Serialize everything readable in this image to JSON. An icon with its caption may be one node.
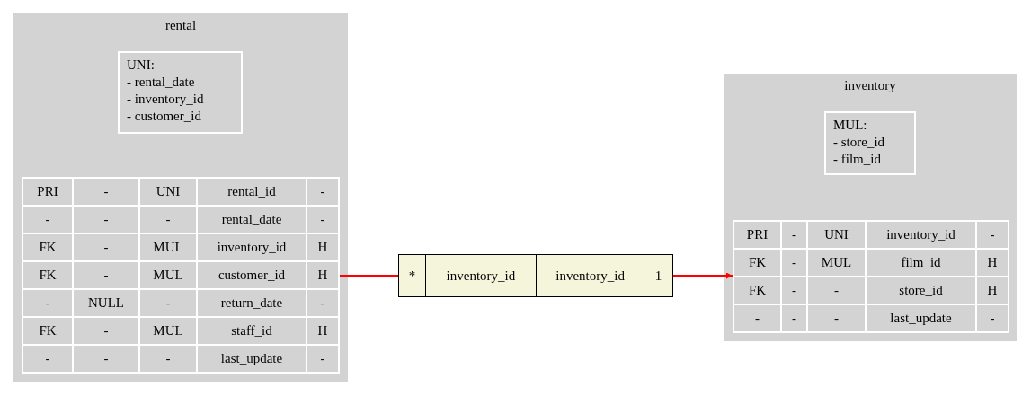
{
  "diagram": {
    "nodes": [
      {
        "text": [
          "rental"
        ]
      },
      {
        "text": [
          "UNI: - rental_date - inventory_id - customer_id"
        ],
        "in": 0
      },
      {
        "text": [
          "PRI",
          "-",
          "UNI",
          "rental_id",
          "-",
          "-",
          "-",
          "-",
          "rental_date",
          "-",
          "FK",
          "-",
          "MUL",
          "inventory_id",
          "H",
          "FK",
          "-",
          "MUL",
          "customer_id",
          "H",
          "-",
          "NULL",
          "-",
          "return_date",
          "-",
          "FK",
          "-",
          "MUL",
          "staff_id",
          "H",
          "-",
          "-",
          "-",
          "last_update",
          "-"
        ],
        "in": 0
      },
      {
        "text": [
          "*",
          "inventory_id",
          "inventory_id",
          "1"
        ]
      },
      {
        "text": [
          "inventory"
        ]
      },
      {
        "text": [
          "MUL: - store_id - film_id"
        ],
        "in": 4
      },
      {
        "text": [
          "PRI",
          "-",
          "UNI",
          "inventory_id",
          "-",
          "FK",
          "-",
          "MUL",
          "film_id",
          "H",
          "FK",
          "-",
          "-",
          "store_id",
          "H",
          "-",
          "-",
          "-",
          "last_update",
          "-"
        ],
        "in": 4
      }
    ],
    "edges": [
      {
        "from": 2,
        "to": 3,
        "arrow": "none"
      },
      {
        "from": 3,
        "to": 6,
        "arrow": "to"
      }
    ]
  }
}
